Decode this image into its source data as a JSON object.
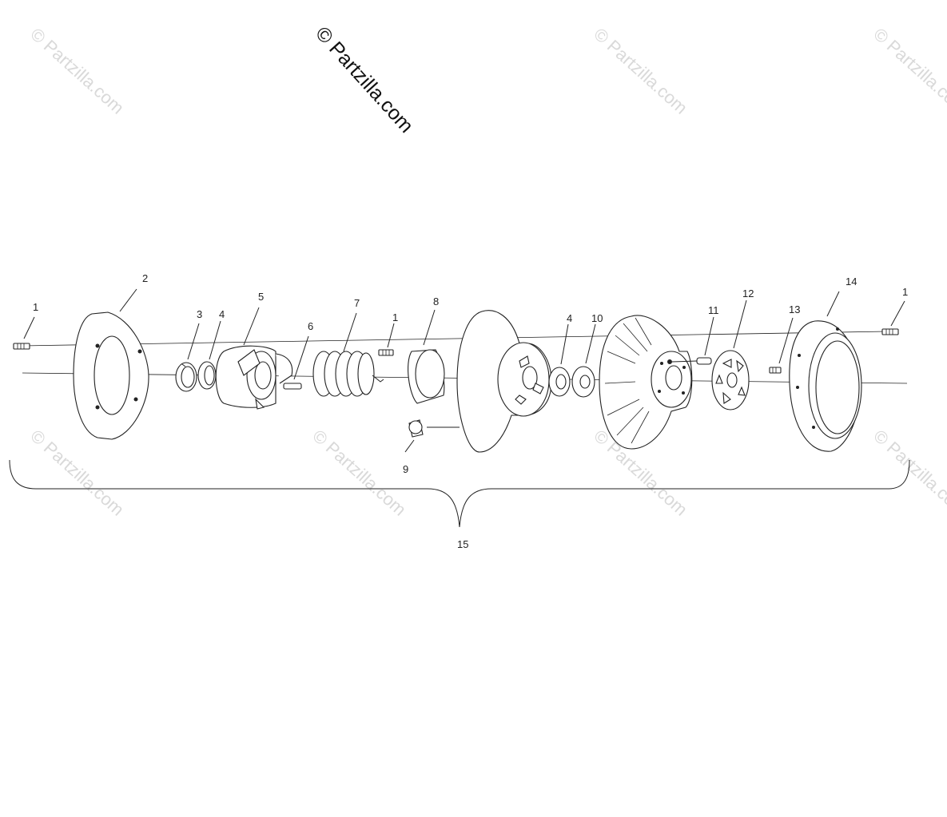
{
  "watermark": {
    "main": "© Partzilla.com",
    "faint": "© Partzilla.com"
  },
  "callouts": [
    "1",
    "2",
    "3",
    "4",
    "5",
    "6",
    "7",
    "1",
    "8",
    "4",
    "10",
    "11",
    "12",
    "13",
    "14",
    "1",
    "9",
    "15"
  ]
}
